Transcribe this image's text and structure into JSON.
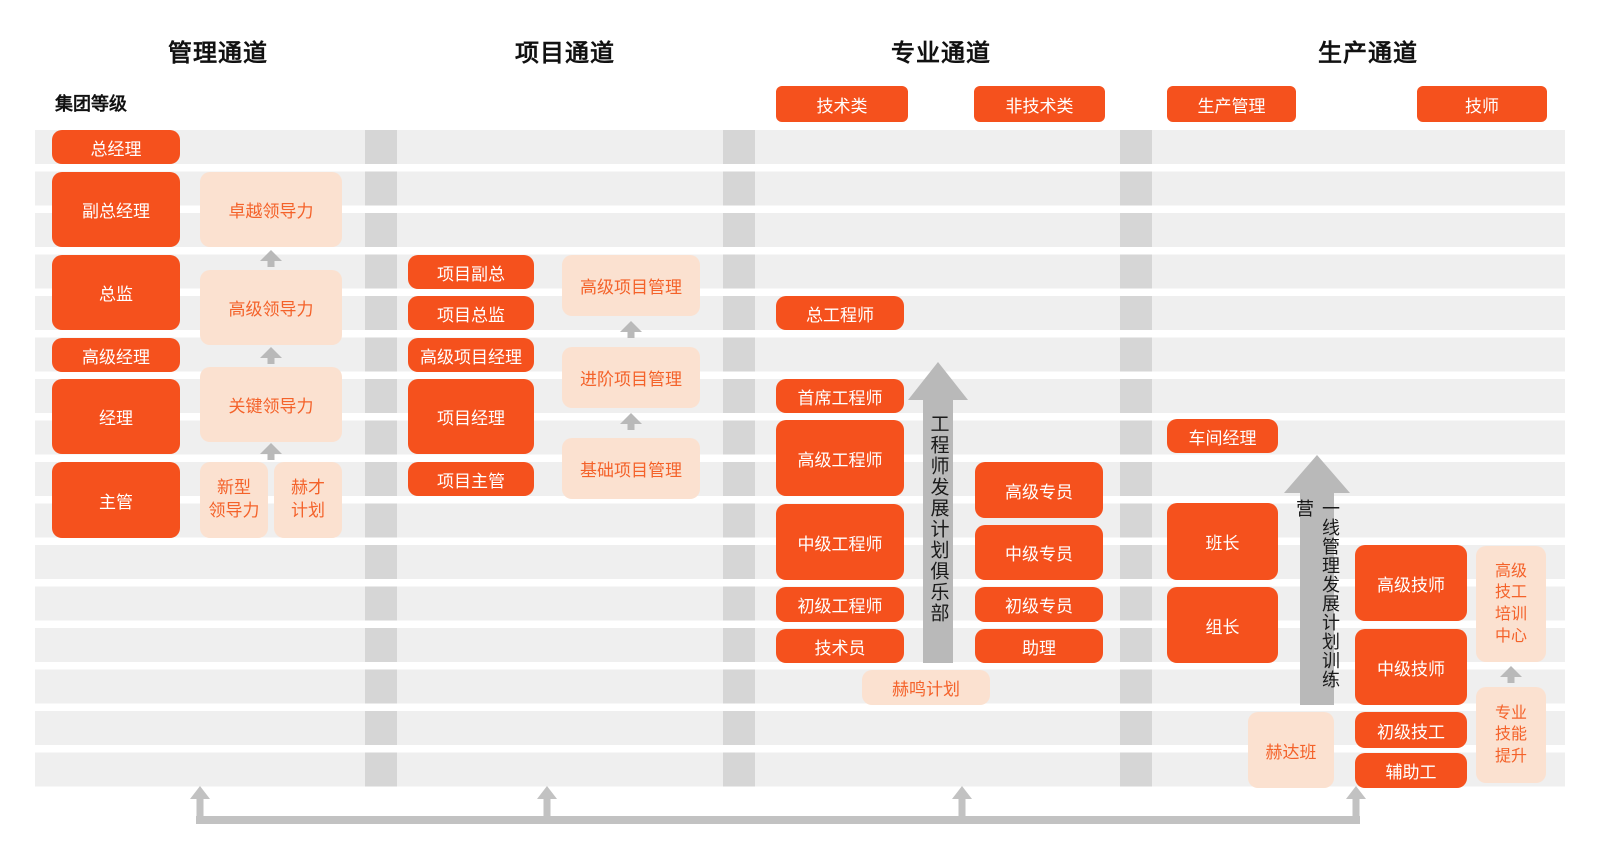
{
  "header": {
    "channels": [
      "管理通道",
      "项目通道",
      "专业通道",
      "生产通道"
    ],
    "group_level_label": "集团等级"
  },
  "category_tags": {
    "technical": "技术类",
    "non_technical": "非技术类",
    "production_management": "生产管理",
    "technician": "技师"
  },
  "management": {
    "positions": [
      "总经理",
      "副总经理",
      "总监",
      "高级经理",
      "经理",
      "主管"
    ],
    "leadership_programs": [
      "卓越领导力",
      "高级领导力",
      "关键领导力"
    ],
    "entry_programs": [
      "新型\n领导力",
      "赫才\n计划"
    ]
  },
  "project": {
    "positions": [
      "项目副总",
      "项目总监",
      "高级项目经理",
      "项目经理",
      "项目主管"
    ],
    "programs": [
      "高级项目管理",
      "进阶项目管理",
      "基础项目管理"
    ]
  },
  "professional": {
    "technical_positions": [
      "总工程师",
      "首席工程师",
      "高级工程师",
      "中级工程师",
      "初级工程师",
      "技术员"
    ],
    "non_technical_positions": [
      "高级专员",
      "中级专员",
      "初级专员",
      "助理"
    ],
    "club_arrow_label": "工程师发展计划俱乐部",
    "program": "赫鸣计划"
  },
  "production": {
    "management_positions": [
      "车间经理",
      "班长",
      "组长"
    ],
    "technician_positions": [
      "高级技师",
      "中级技师",
      "初级技工",
      "辅助工"
    ],
    "camp_arrow_label": "一线管理发展计划训练营",
    "training_center": "高级\n技工\n培训\n中心",
    "skill_program": "专业\n技能\n提升",
    "heda_class": "赫达班"
  },
  "colors": {
    "accent": "#F5511D",
    "accent_soft": "#FBE1D0",
    "band_gray": "#EFEFEF",
    "divider_gray": "#D6D6D6",
    "arrow_gray": "#B9B9B9",
    "connector_gray": "#C2C2C2"
  }
}
